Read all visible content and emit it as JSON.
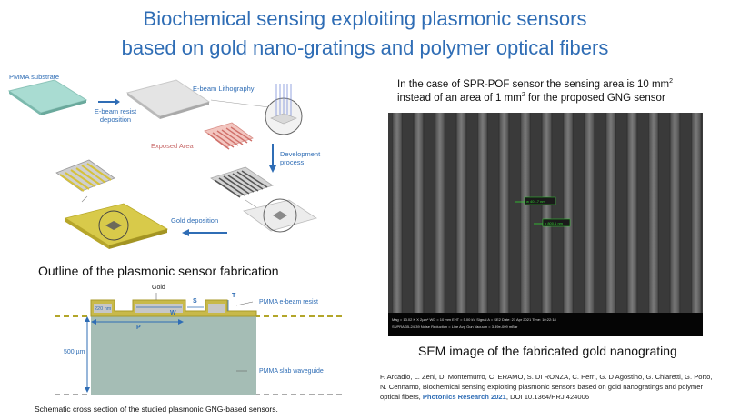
{
  "title": {
    "line1": "Biochemical sensing exploiting plasmonic sensors",
    "line2": "based on gold nano-gratings and polymer optical fibers"
  },
  "fabrication": {
    "labels": {
      "substrate": "PMMA substrate",
      "resist_line1": "E-beam resist",
      "resist_line2": "deposition",
      "lithography": "E-beam Lithography",
      "exposed": "Exposed Area",
      "development_line1": "Development",
      "development_line2": "process",
      "gold_deposition": "Gold deposition"
    },
    "caption": "Outline of the plasmonic sensor fabrication"
  },
  "cross_section": {
    "labels": {
      "gold": "Gold",
      "resist": "PMMA e-beam resist",
      "s": "S",
      "t": "T",
      "w": "W",
      "p": "P",
      "thickness_220": "220 nm",
      "thickness_500": "500 µm",
      "waveguide": "PMMA slab waveguide"
    },
    "caption": "Schematic cross section of the studied plasmonic GNG-based sensors."
  },
  "sem": {
    "note_prefix": "In the case of SPR-POF sensor the sensing area is 10 mm",
    "note_sup1": "2",
    "note_line2_prefix": "instead of an area of 1 mm",
    "note_sup2": "2",
    "note_line2_suffix": " for the proposed GNG sensor",
    "caption": "SEM image of the fabricated gold nanograting",
    "measure1": "w 401.7 nm",
    "measure2": "p 800.1 nm",
    "info_line1": "Mag = 13.02 K X   2µm*      WD =  10 mm        EHT = 5.00 kV     Signal A = SE2      Date: 21 Apr 2021  Time: 10:22:18",
    "info_line2": "SUPRA 35-24-39                               Noise Reduction = Line Avg     Gun Vacuum = 3.89e-009 mBar"
  },
  "reference": {
    "text": "F. Arcadio, L. Zeni, D. Montemurro, C. ERAMO, S. DI RONZA, C. Perri, G. D Agostino, G. Chiaretti, G. Porto, N. Cennamo, Biochemical sensing exploiting plasmonic sensors based on gold nanogratings and polymer optical fibers, ",
    "journal": "Photonics Research 2021",
    "doi": ", DOI 10.1364/PRJ.424006"
  }
}
